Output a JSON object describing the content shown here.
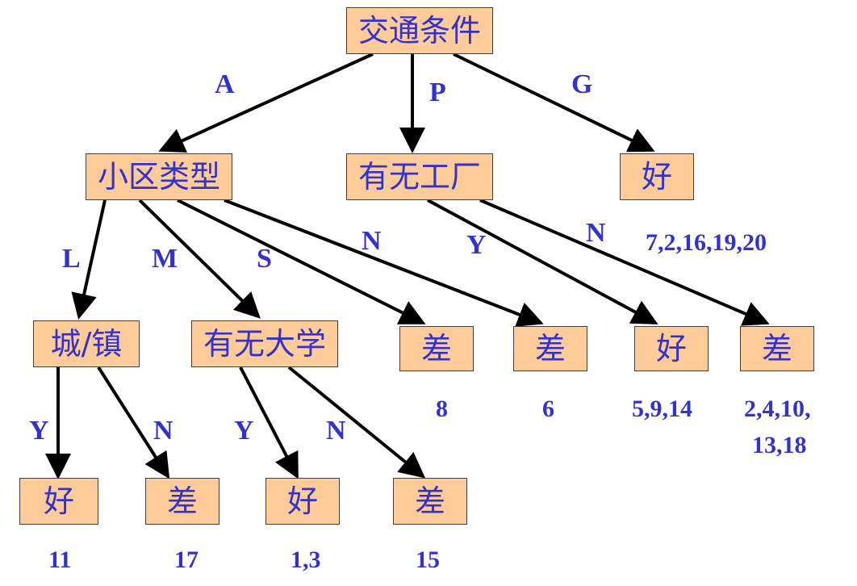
{
  "nodes": {
    "root": "交通条件",
    "community_type": "小区类型",
    "has_factory": "有无工厂",
    "good_g": "好",
    "town": "城/镇",
    "has_university": "有无大学",
    "poor_s": "差",
    "poor_n": "差",
    "good_factory_y": "好",
    "poor_factory_n": "差",
    "good_town_y": "好",
    "poor_town_n": "差",
    "good_uni_y": "好",
    "poor_uni_n": "差"
  },
  "edge_labels": {
    "a": "A",
    "p": "P",
    "g": "G",
    "l": "L",
    "m": "M",
    "s": "S",
    "n_community": "N",
    "y_factory": "Y",
    "n_factory": "N",
    "y_town": "Y",
    "n_town": "N",
    "y_uni": "Y",
    "n_uni": "N"
  },
  "sample_ids": {
    "good_g": "7,2,16,19,20",
    "poor_s": "8",
    "poor_n": "6",
    "good_factory_y": "5,9,14",
    "poor_factory_n_line1": "2,4,10,",
    "poor_factory_n_line2": "13,18",
    "good_town_y": "11",
    "poor_town_n": "17",
    "good_uni_y": "1,3",
    "poor_uni_n": "15"
  },
  "colors": {
    "node_fill": "#ffcc99",
    "text": "#3333cc",
    "edge": "#000000"
  }
}
